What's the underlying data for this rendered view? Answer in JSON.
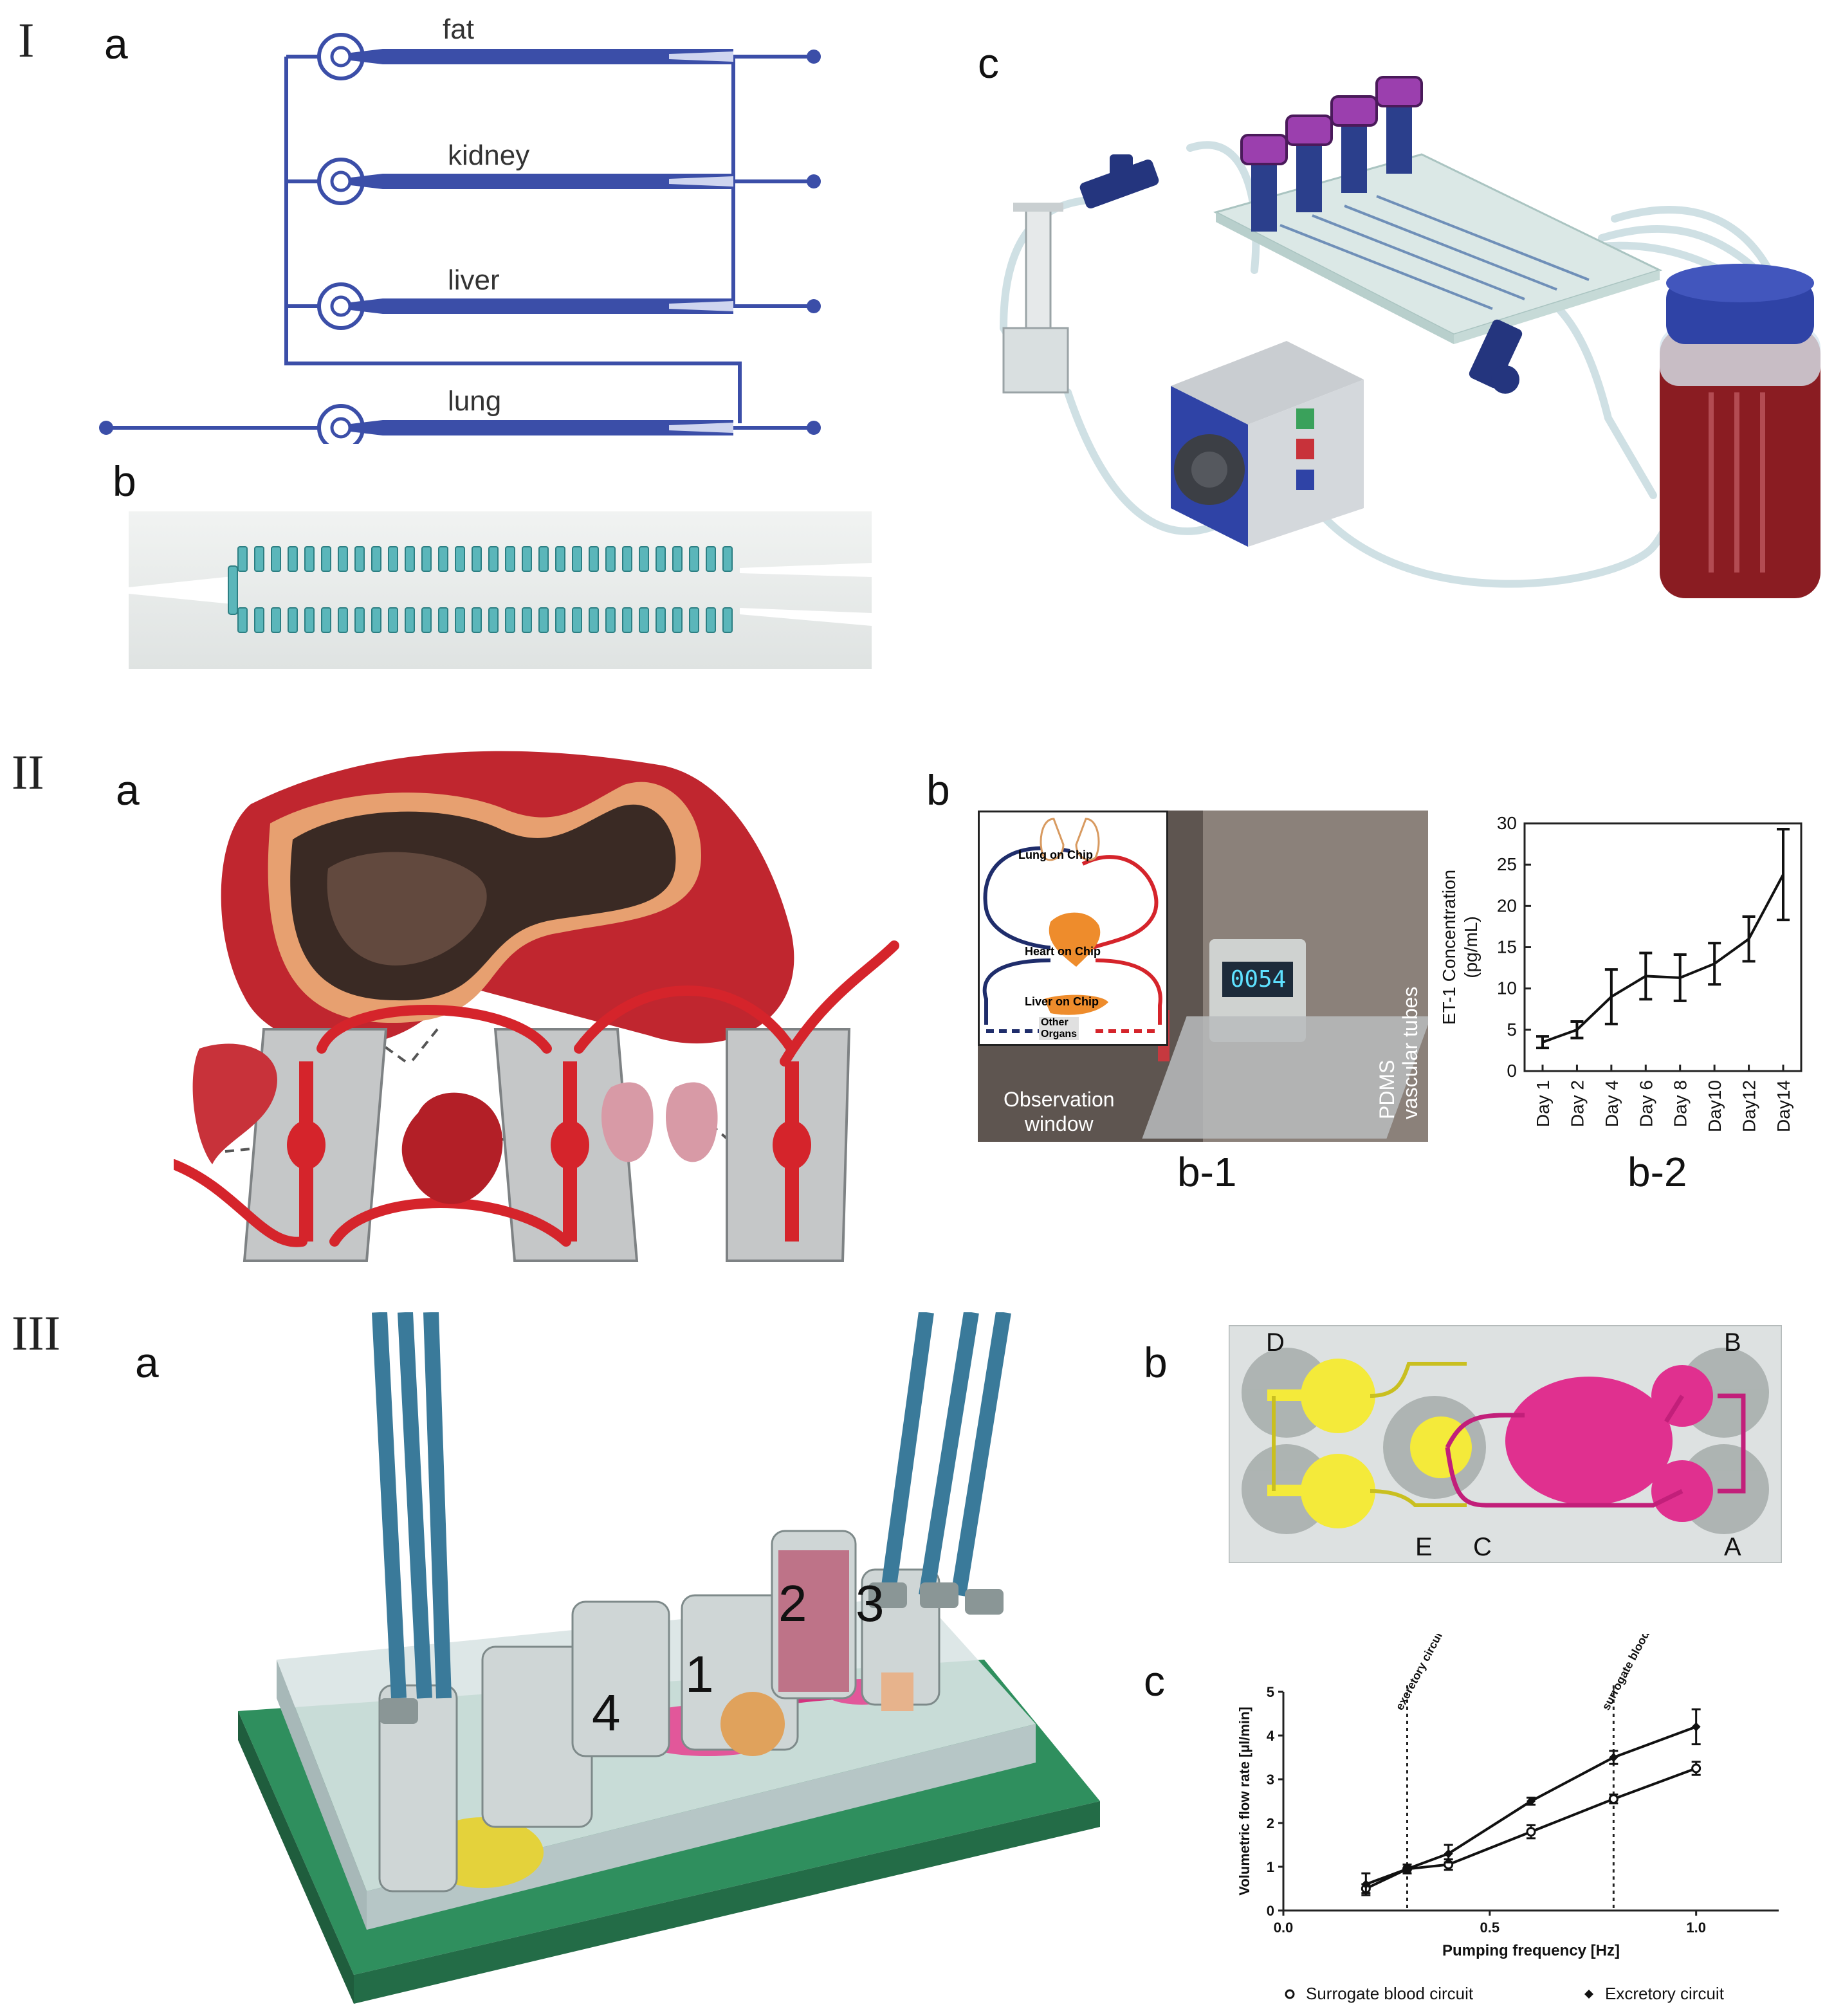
{
  "panels": {
    "I": {
      "roman": "I",
      "a_label": "a",
      "b_label": "b",
      "c_label": "c",
      "organs": [
        "fat",
        "kidney",
        "liver",
        "lung"
      ]
    },
    "II": {
      "roman": "II",
      "a_label": "a",
      "b_label": "b",
      "b1": {
        "caption": "b-1",
        "lung": "Lung on Chip",
        "heart": "Heart on Chip",
        "liver": "Liver on Chip",
        "other": "Other\nOrgans",
        "display": "0054",
        "observation": "Observation\nwindow",
        "pdms": "PDMS\nvascular tubes"
      },
      "b2_caption": "b-2"
    },
    "III": {
      "roman": "III",
      "a_label": "a",
      "b_label": "b",
      "c_label": "c",
      "compartments": [
        "1",
        "2",
        "3",
        "4"
      ],
      "b_letters": [
        "D",
        "B",
        "E",
        "C",
        "A"
      ],
      "legend": [
        "Surrogate blood circuit",
        "Excretory circuit"
      ]
    }
  },
  "chart_data": [
    {
      "type": "line",
      "categories": [
        "Day 1",
        "Day 2",
        "Day 4",
        "Day 6",
        "Day 8",
        "Day10",
        "Day12",
        "Day14"
      ],
      "series": [
        {
          "values": [
            3.5,
            5,
            9,
            11.5,
            11.3,
            13,
            16,
            23.8
          ],
          "errors": [
            0.7,
            1,
            3.3,
            2.8,
            2.8,
            2.5,
            2.7,
            5.5
          ]
        }
      ],
      "ylabel": "ET-1 Concentration\n(pg/mL)",
      "ylim": [
        0,
        30
      ],
      "yticks": [
        0,
        5,
        10,
        15,
        20,
        25,
        30
      ]
    },
    {
      "type": "line",
      "xlabel": "Pumping frequency [Hz]",
      "ylabel": "Volumetric flow rate [µl/min]",
      "xlim": [
        0,
        1.2
      ],
      "ylim": [
        0,
        5
      ],
      "xticks": [
        0.0,
        0.5,
        1.0
      ],
      "xtick_labels": [
        "0.0",
        "0.5",
        "1.0"
      ],
      "yticks": [
        0,
        1,
        2,
        3,
        4,
        5
      ],
      "vlines": [
        {
          "x": 0.3,
          "label": "excretory circuit"
        },
        {
          "x": 0.8,
          "label": "surrogate blood circuit"
        }
      ],
      "series": [
        {
          "name": "Surrogate blood circuit",
          "marker": "open-circle",
          "x": [
            0.2,
            0.3,
            0.4,
            0.6,
            0.8,
            1.0
          ],
          "y": [
            0.5,
            0.95,
            1.05,
            1.8,
            2.55,
            3.25
          ],
          "err": [
            0.1,
            0.1,
            0.12,
            0.15,
            0.1,
            0.15
          ]
        },
        {
          "name": "Excretory circuit",
          "marker": "diamond",
          "x": [
            0.2,
            0.3,
            0.4,
            0.6,
            0.8,
            1.0
          ],
          "y": [
            0.6,
            0.95,
            1.3,
            2.5,
            3.5,
            4.2
          ],
          "err": [
            0.25,
            0.1,
            0.2,
            0.08,
            0.15,
            0.4
          ]
        }
      ]
    }
  ]
}
